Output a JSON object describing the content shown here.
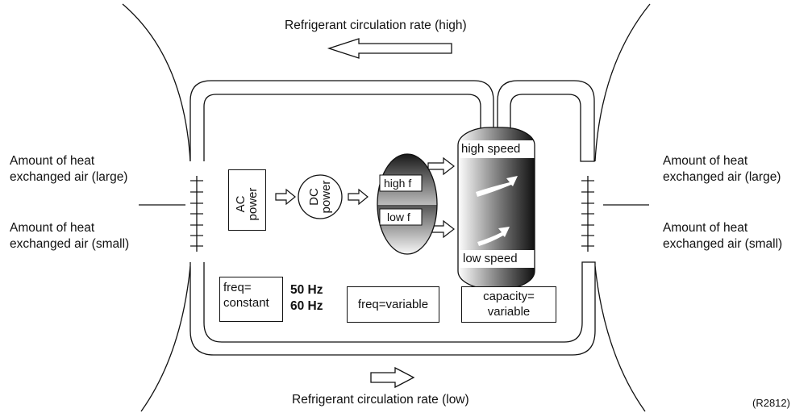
{
  "labels": {
    "rate_high": "Refrigerant circulation rate (high)",
    "rate_low": "Refrigerant circulation rate (low)",
    "heat_large_left": [
      "Amount of heat",
      "exchanged air (large)"
    ],
    "heat_small_left": [
      "Amount of heat",
      "exchanged air (small)"
    ],
    "heat_large_right": [
      "Amount of heat",
      "exchanged air (large)"
    ],
    "heat_small_right": [
      "Amount of heat",
      "exchanged air (small)"
    ],
    "ac_power": [
      "AC",
      "power"
    ],
    "dc_power": [
      "DC",
      "power"
    ],
    "high_f": "high f",
    "low_f": "low f",
    "high_speed": "high speed",
    "low_speed": "low speed",
    "freq_const": [
      "freq=",
      "constant"
    ],
    "hz": [
      "50 Hz",
      "60 Hz"
    ],
    "freq_var": "freq=variable",
    "capacity": [
      "capacity=",
      "variable"
    ],
    "ref": "(R2812)"
  },
  "colors": {
    "line": "#111111",
    "gradient_dark": "#1a1a1a",
    "gradient_light": "#ffffff"
  }
}
